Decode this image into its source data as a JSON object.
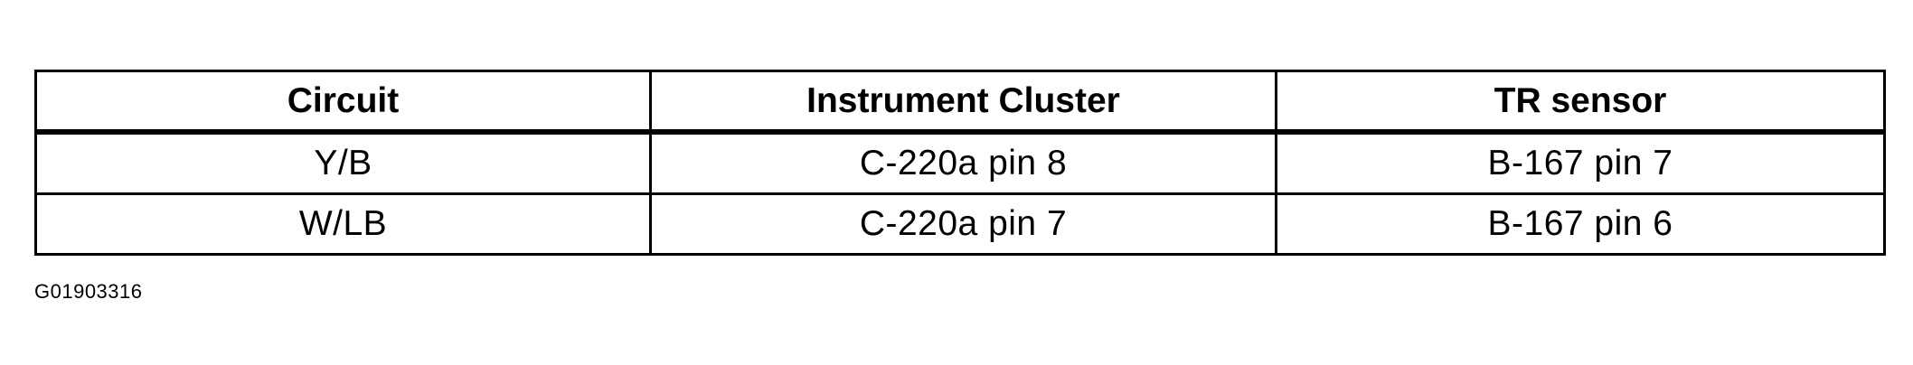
{
  "table": {
    "headers": [
      "Circuit",
      "Instrument Cluster",
      "TR sensor"
    ],
    "rows": [
      [
        "Y/B",
        "C-220a pin 8",
        "B-167 pin 7"
      ],
      [
        "W/LB",
        "C-220a pin 7",
        "B-167 pin 6"
      ]
    ]
  },
  "figure_id": "G01903316"
}
